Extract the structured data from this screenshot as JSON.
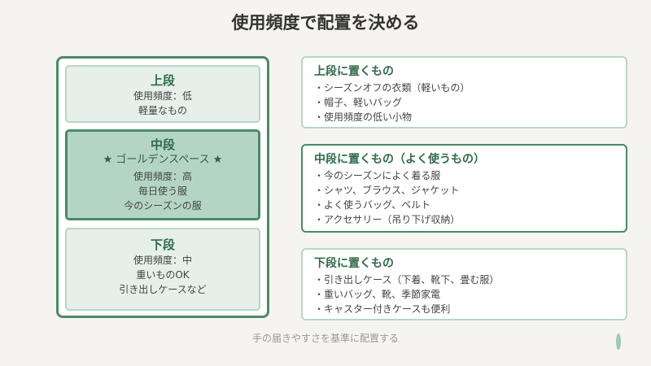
{
  "title": "使用頻度で配置を決める",
  "shelf": {
    "top": {
      "name": "上段",
      "lines": [
        "使用頻度：低",
        "軽量なもの"
      ]
    },
    "middle": {
      "name": "中段",
      "badge": "★ ゴールデンスペース ★",
      "lines": [
        "使用頻度：高",
        "毎日使う服",
        "今のシーズンの服"
      ]
    },
    "bottom": {
      "name": "下段",
      "lines": [
        "使用頻度：中",
        "重いものOK",
        "引き出しケースなど"
      ]
    }
  },
  "cards": [
    {
      "heading": "上段に置くもの",
      "items": [
        "・シーズンオフの衣類（軽いもの）",
        "・帽子、軽いバッグ",
        "・使用頻度の低い小物"
      ]
    },
    {
      "heading": "中段に置くもの（よく使うもの）",
      "items": [
        "・今のシーズンによく着る服",
        "・シャツ、ブラウス、ジャケット",
        "・よく使うバッグ、ベルト",
        "・アクセサリー（吊り下げ収納）"
      ]
    },
    {
      "heading": "下段に置くもの",
      "items": [
        "・引き出しケース（下着、靴下、畳む服）",
        "・重いバッグ、靴、季節家電",
        "・キャスター付きケースも便利"
      ]
    }
  ],
  "footer": "手の届きやすさを基準に配置する",
  "colors": {
    "accent": "#4a8a68",
    "light": "#e6efea",
    "mid": "#b5d5c4"
  }
}
